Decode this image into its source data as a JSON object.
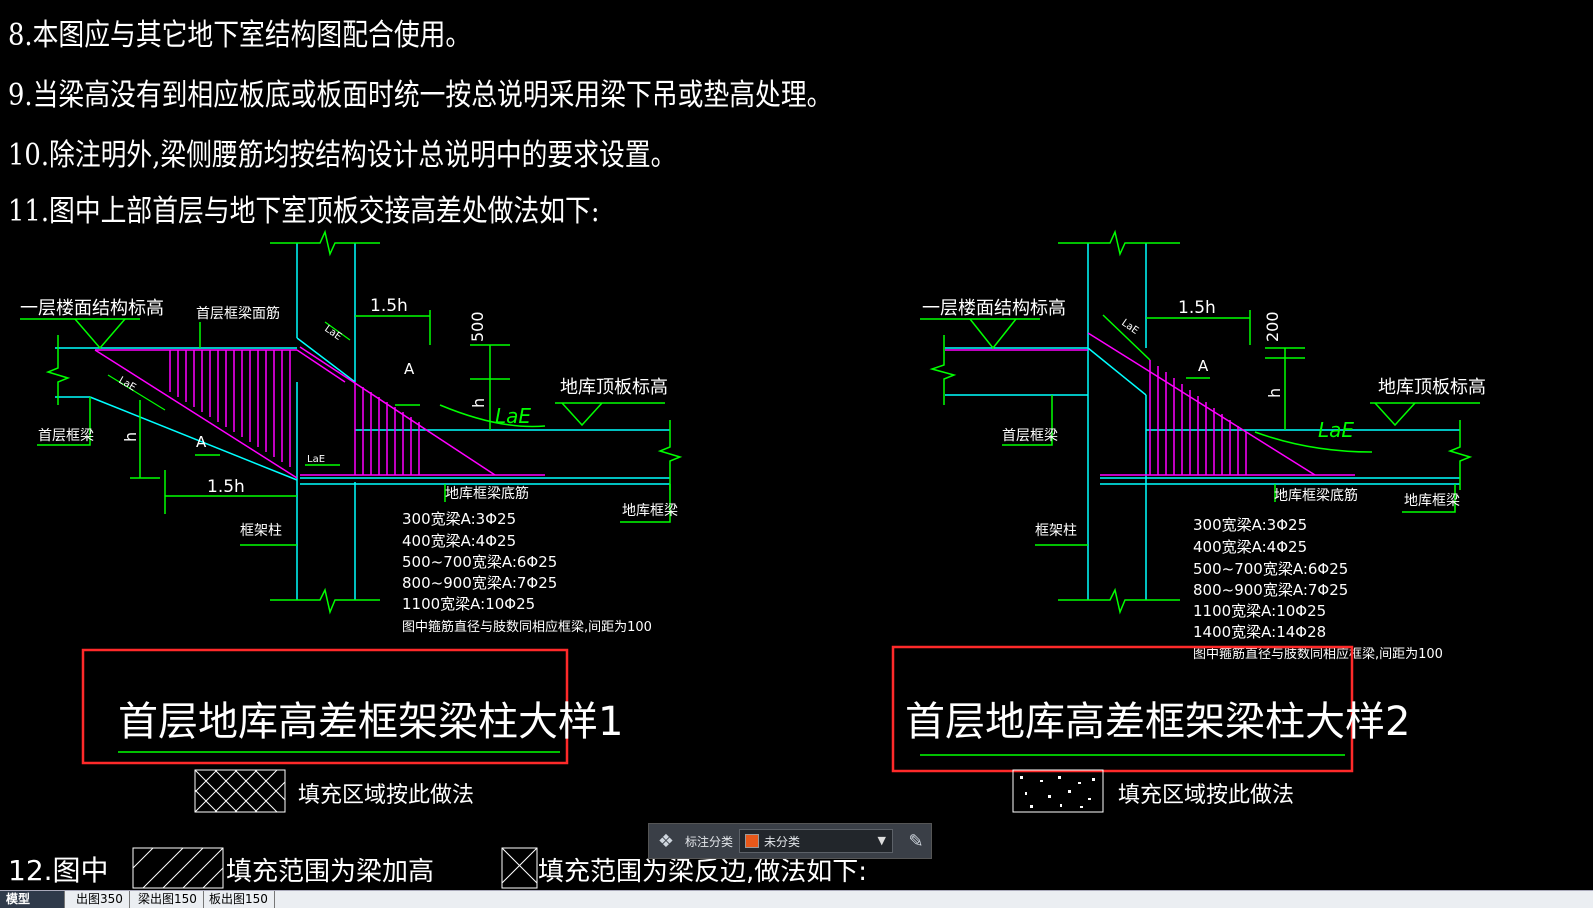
{
  "notes": [
    "8.本图应与其它地下室结构图配合使用。",
    "9.当梁高没有到相应板底或板面时统一按总说明采用梁下吊或垫高处理。",
    "10.除注明外,梁侧腰筋均按结构设计总说明中的要求设置。",
    "11.图中上部首层与地下室顶板交接高差处做法如下:",
    "12.图中",
    "填充范围为梁加高",
    "填充范围为梁反边,做法如下:"
  ],
  "detail1": {
    "floor_elev": "一层楼面结构标高",
    "top_bar": "首层框梁面筋",
    "first_beam": "首层框梁",
    "roof_elev": "地库顶板标高",
    "bottom_bar": "地库框梁底筋",
    "basement_beam": "地库框梁",
    "column": "框架柱",
    "dim_1_5h_top": "1.5h",
    "dim_1_5h_bottom": "1.5h",
    "dim_500": "500",
    "h1": "h",
    "h2": "h",
    "A1": "A",
    "A2": "A",
    "LaE1": "LaE",
    "LaE2": "LaE",
    "LaE3": "LaE",
    "LaE_green": "LaE",
    "specs": [
      "300宽梁A:3Φ25",
      "400宽梁A:4Φ25",
      "500~700宽梁A:6Φ25",
      "800~900宽梁A:7Φ25",
      "1100宽梁A:10Φ25",
      "图中箍筋直径与肢数同相应框梁,间距为100"
    ],
    "title": "首层地库高差框架梁柱大样1",
    "fill_note": "填充区域按此做法"
  },
  "detail2": {
    "floor_elev": "一层楼面结构标高",
    "first_beam": "首层框梁",
    "roof_elev": "地库顶板标高",
    "bottom_bar": "地库框梁底筋",
    "basement_beam": "地库框梁",
    "column": "框架柱",
    "dim_1_5h": "1.5h",
    "dim_200": "200",
    "h": "h",
    "A": "A",
    "LaE1": "LaE",
    "LaE_green": "LaE",
    "specs": [
      "300宽梁A:3Φ25",
      "400宽梁A:4Φ25",
      "500~700宽梁A:6Φ25",
      "800~900宽梁A:7Φ25",
      "1100宽梁A:10Φ25",
      "1400宽梁A:14Φ28",
      "图中箍筋直径与肢数同相应框梁,间距为100"
    ],
    "title": "首层地库高差框架梁柱大样2",
    "fill_note": "填充区域按此做法"
  },
  "toolbar": {
    "label": "标注分类",
    "selected": "未分类",
    "swatch_color": "#e8581a"
  },
  "tabs": [
    "模型",
    "出图350",
    "梁出图150",
    "板出图150"
  ],
  "colors": {
    "cyan": "#00ffff",
    "green": "#00ff00",
    "magenta": "#ff00ff",
    "red": "#ff2a2a",
    "white": "#ffffff"
  }
}
